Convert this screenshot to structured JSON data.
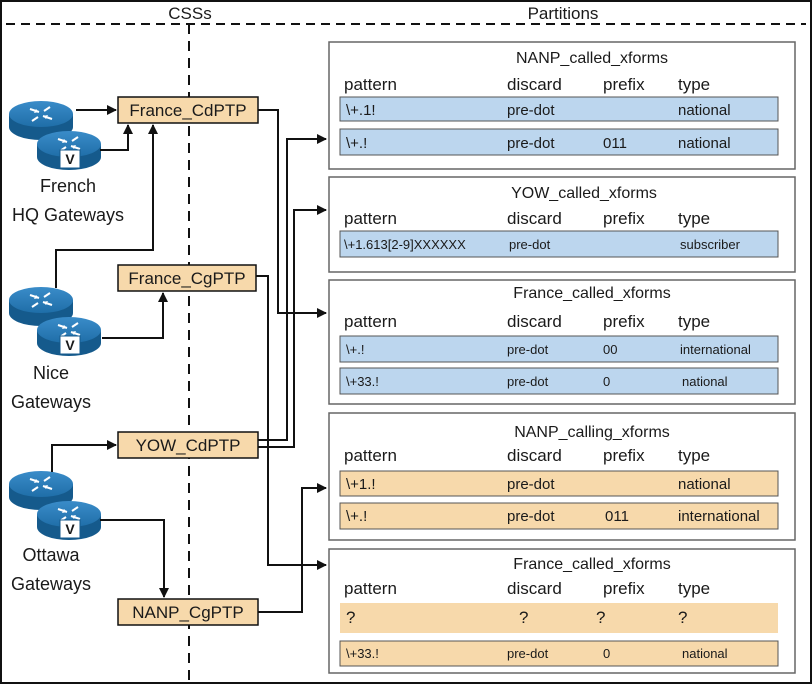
{
  "headers": {
    "css": "CSSs",
    "partitions": "Partitions"
  },
  "gateways": [
    {
      "id": "french",
      "line1": "French",
      "line2": "HQ Gateways"
    },
    {
      "id": "nice",
      "line1": "Nice",
      "line2": "Gateways"
    },
    {
      "id": "ottawa",
      "line1": "Ottawa",
      "line2": "Gateways"
    }
  ],
  "css_boxes": [
    {
      "id": "france-cdptp",
      "label": "France_CdPTP"
    },
    {
      "id": "france-cgptp",
      "label": "France_CgPTP"
    },
    {
      "id": "yow-cdptp",
      "label": "YOW_CdPTP"
    },
    {
      "id": "nanp-cgptp",
      "label": "NANP_CgPTP"
    }
  ],
  "router_glyph": "V",
  "columns": {
    "pattern": "pattern",
    "discard": "discard",
    "prefix": "prefix",
    "type": "type"
  },
  "partitions": [
    {
      "id": "nanp-called",
      "title": "NANP_called_xforms",
      "color": "#bcd6ee",
      "rows": [
        {
          "pattern": "\\+.1!",
          "discard": "pre-dot",
          "prefix": "",
          "type": "national"
        },
        {
          "pattern": "\\+.!",
          "discard": "pre-dot",
          "prefix": "011",
          "type": "national"
        }
      ]
    },
    {
      "id": "yow-called",
      "title": "YOW_called_xforms",
      "color": "#bcd6ee",
      "rows": [
        {
          "pattern": "\\+1.613[2-9]XXXXXX",
          "discard": "pre-dot",
          "prefix": "",
          "type": "subscriber"
        }
      ]
    },
    {
      "id": "france-called-1",
      "title": "France_called_xforms",
      "color": "#bcd6ee",
      "rows": [
        {
          "pattern": "\\+.!",
          "discard": "pre-dot",
          "prefix": "00",
          "type": "international"
        },
        {
          "pattern": "\\+33.!",
          "discard": "pre-dot",
          "prefix": "0",
          "type": "national"
        }
      ]
    },
    {
      "id": "nanp-calling",
      "title": "NANP_calling_xforms",
      "color": "#f7d9ab",
      "rows": [
        {
          "pattern": "\\+1.!",
          "discard": "pre-dot",
          "prefix": "",
          "type": "national"
        },
        {
          "pattern": "\\+.!",
          "discard": "pre-dot",
          "prefix": "011",
          "type": "international"
        }
      ]
    },
    {
      "id": "france-called-2",
      "title": "France_called_xforms",
      "color": "#f7d9ab",
      "rows": [
        {
          "pattern": "?",
          "discard": "?",
          "prefix": "?",
          "type": "?"
        },
        {
          "pattern": "\\+33.!",
          "discard": "pre-dot",
          "prefix": "0",
          "type": "national"
        }
      ]
    }
  ],
  "colors": {
    "css_box": "#f7d9ab",
    "router_blue": "#1f6ea8",
    "line": "#111111"
  }
}
